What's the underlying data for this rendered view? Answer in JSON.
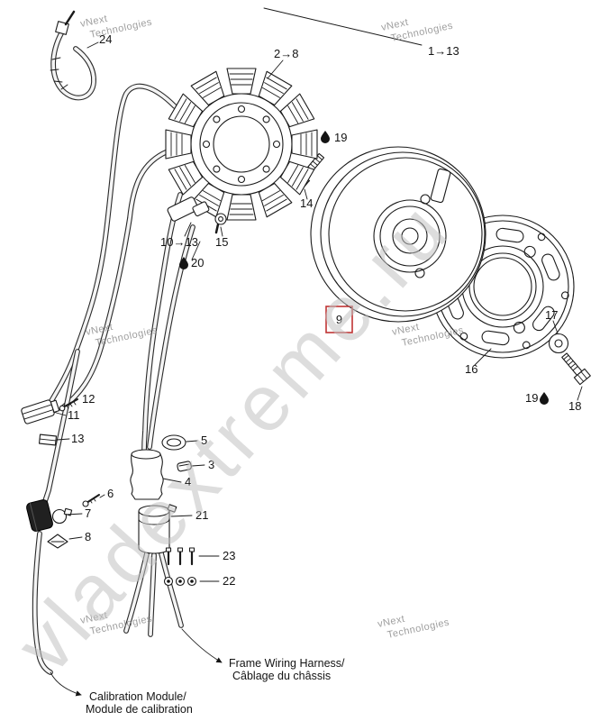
{
  "watermarks": {
    "brand_line1": "vNext",
    "brand_line2": "Technologies",
    "site": "vladextreme.ru"
  },
  "captions": {
    "frame_harness_en": "Frame Wiring Harness/",
    "frame_harness_fr": "Câblage du châssis",
    "calibration_en": "Calibration Module/",
    "calibration_fr": "Module de calibration"
  },
  "colors": {
    "highlight_box": "#c03434"
  },
  "parts": {
    "p1_13": "1→13",
    "p2_8": "2→8",
    "p3": "3",
    "p4": "4",
    "p5": "5",
    "p6": "6",
    "p7": "7",
    "p8": "8",
    "p9": "9",
    "p10_13": "10→13",
    "p11": "11",
    "p12": "12",
    "p13": "13",
    "p14": "14",
    "p15": "15",
    "p16": "16",
    "p17": "17",
    "p18": "18",
    "p19a": "19",
    "p19b": "19",
    "p20": "20",
    "p21": "21",
    "p22": "22",
    "p23": "23",
    "p24": "24"
  }
}
